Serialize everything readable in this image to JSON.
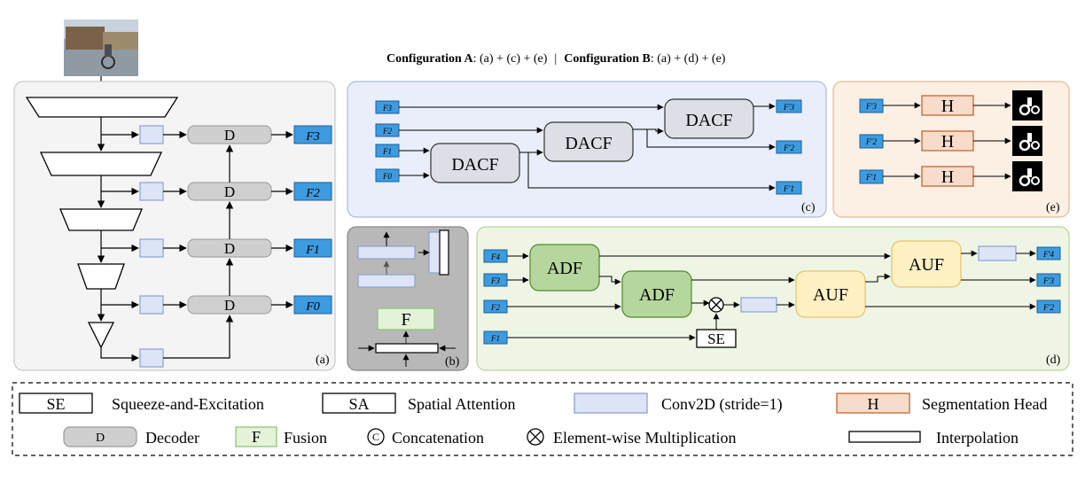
{
  "header": {
    "config_a_label": "Configuration A",
    "config_a_value": ": (a) + (c) + (e)",
    "separator": "|",
    "config_b_label": "Configuration B",
    "config_b_value": ": (a) + (d) + (e)"
  },
  "panels": {
    "a": {
      "caption": "(a)",
      "decoder": "D",
      "outputs": [
        "F3",
        "F2",
        "F1",
        "F0"
      ]
    },
    "b": {
      "caption": "(b)",
      "fusion": "F"
    },
    "c": {
      "caption": "(c)",
      "block": "DACF",
      "inputs": [
        "F3",
        "F2",
        "F1",
        "F0"
      ],
      "outputs": [
        "F'3",
        "F'2",
        "F'1"
      ]
    },
    "d": {
      "caption": "(d)",
      "adf": "ADF",
      "auf": "AUF",
      "se": "SE",
      "inputs": [
        "F4",
        "F3",
        "F2",
        "F1"
      ],
      "outputs": [
        "F'4",
        "F'3",
        "F'2"
      ]
    },
    "e": {
      "caption": "(e)",
      "head": "H",
      "inputs": [
        "F'3",
        "F'2",
        "F'1"
      ]
    }
  },
  "legend": {
    "se_box": "SE",
    "se_text": "Squeeze-and-Excitation",
    "sa_box": "SA",
    "sa_text": "Spatial Attention",
    "conv_text": "Conv2D (stride=1)",
    "h_box": "H",
    "h_text": "Segmentation Head",
    "d_box": "D",
    "d_text": "Decoder",
    "f_box": "F",
    "f_text": "Fusion",
    "concat_symbol": "C",
    "concat_text": "Concatenation",
    "mult_text": "Element-wise Multiplication",
    "interp_text": "Interpolation"
  },
  "colors": {
    "feature_blue": "#3d9be0",
    "conv_fill": "#dde4f6",
    "decoder_fill": "#cfcfcf",
    "panel_a_bg": "#f4f4f4",
    "panel_c_bg": "#e9eefa",
    "panel_e_bg": "#fcefe4",
    "panel_d_bg": "#eef5e4",
    "panel_b_bg": "#b8b8b8",
    "adf_fill": "#b5d69c",
    "auf_fill": "#fff1c4",
    "dacf_fill": "#dcdfe6",
    "head_fill": "#f7dccb"
  }
}
